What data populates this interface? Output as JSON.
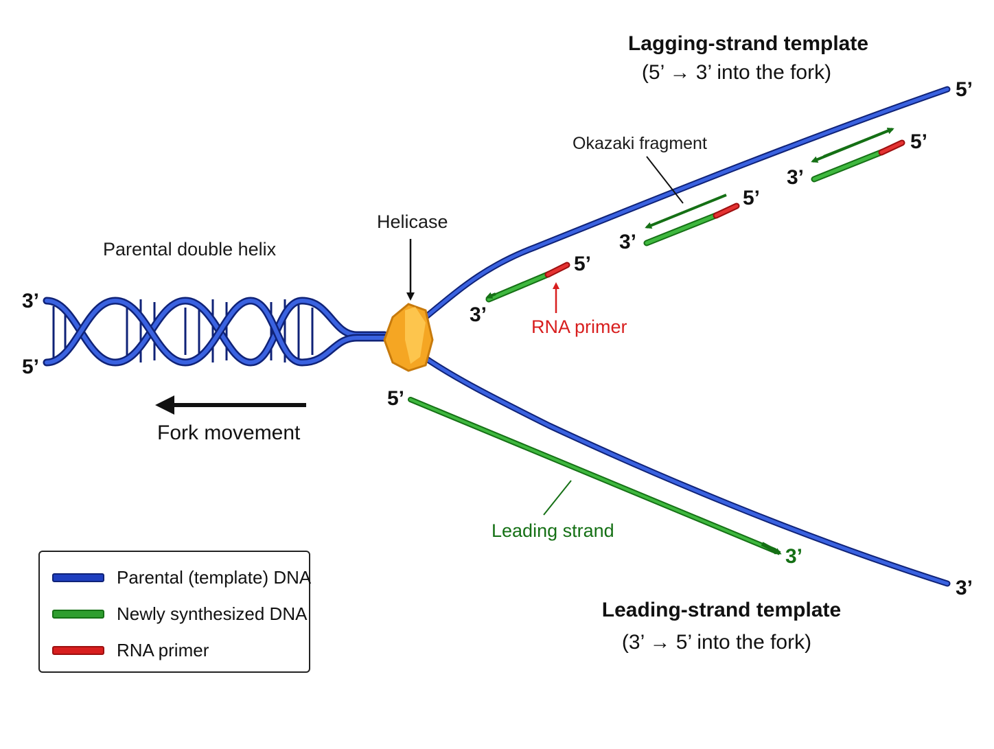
{
  "colors": {
    "parental": "#1f3fbf",
    "parental_dark": "#0f2277",
    "new": "#2f9e2f",
    "new_dark": "#157015",
    "primer": "#d81e1e",
    "helicase": "#f5a623",
    "helicase_dark": "#c77a0c"
  },
  "labels": {
    "parental_helix": "Parental double helix",
    "helicase": "Helicase",
    "fork_movement": "Fork movement",
    "lagging_title": "Lagging-strand template",
    "lagging_sub": "(5’ → 3’ into the fork)",
    "leading_title": "Leading-strand template",
    "leading_sub": "(3’ → 5’ into the fork)",
    "okazaki": "Okazaki fragment",
    "rna_primer": "RNA primer",
    "leading_strand": "Leading strand"
  },
  "ends": {
    "helix_top": "3’",
    "helix_bottom": "5’",
    "lagging_template_end": "5’",
    "leading_template_end": "3’",
    "frag1_5": "5’",
    "frag1_3": "3’",
    "frag2_5": "5’",
    "frag2_3": "3’",
    "frag3_5": "5’",
    "frag3_3": "3’",
    "leading_5": "5’",
    "leading_3": "3’"
  },
  "legend": [
    {
      "label": "Parental (template) DNA",
      "color": "#1f3fbf"
    },
    {
      "label": "Newly synthesized DNA",
      "color": "#2f9e2f"
    },
    {
      "label": "RNA primer",
      "color": "#d81e1e"
    }
  ]
}
